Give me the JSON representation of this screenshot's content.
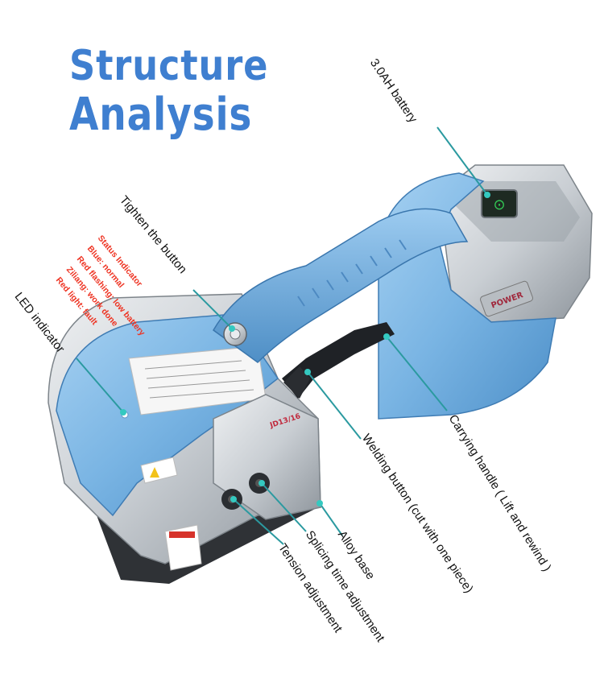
{
  "title": {
    "line1": "Structure",
    "line2": "Analysis"
  },
  "labels": {
    "battery": "3.0AH battery",
    "tighten": "Tighten the button",
    "led": "LED indicator",
    "carrying": "Carrying handle ( Lift and rewind )",
    "welding": "Welding button (cut with one piece)",
    "alloy": "Alloy base",
    "splicing": "Splicing time adjustment",
    "tension": "Tension adjustment"
  },
  "status": {
    "title": "Status Indicator",
    "lines": [
      "Blue: normal",
      "Red flashing: low battery",
      "Ziliang: work done",
      "Red light: fault"
    ]
  },
  "device": {
    "model": "JD13/16",
    "brand": "POWER",
    "colors": {
      "body": "#79b4e3",
      "body_dark": "#4d8fc8",
      "metal": "#c9ced3",
      "metal_dark": "#8e959c",
      "accent": "#2b9aa0"
    }
  }
}
